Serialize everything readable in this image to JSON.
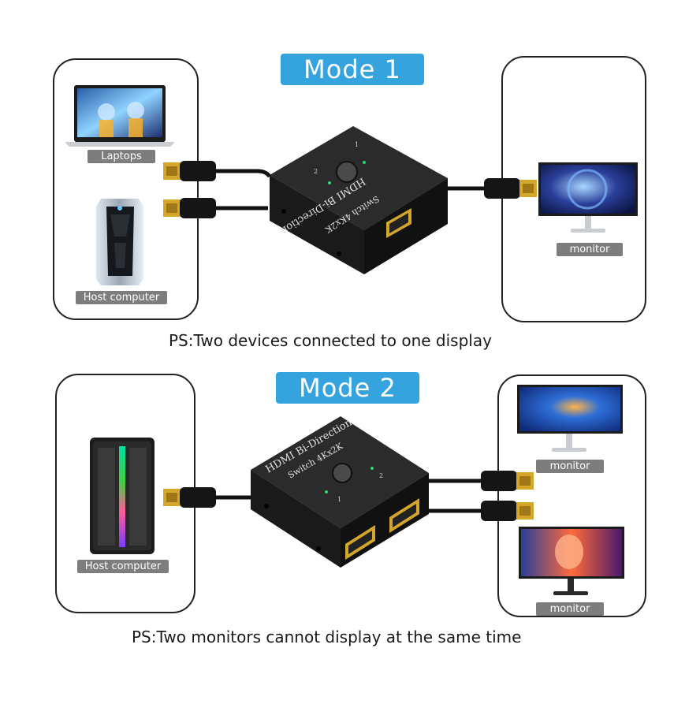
{
  "mode1": {
    "badge": "Mode 1",
    "left_labels": {
      "laptops": "Laptops",
      "host": "Host computer"
    },
    "right_label": "monitor",
    "device_text": {
      "line1": "HDMI Bi-Direction",
      "line2": "Switch 4Kx2K",
      "port1": "1",
      "port2": "2"
    },
    "caption": "PS:Two devices connected to one display"
  },
  "mode2": {
    "badge": "Mode 2",
    "left_label": "Host computer",
    "right_labels": {
      "top": "monitor",
      "bottom": "monitor"
    },
    "device_text": {
      "line1": "HDMI Bi-Direction",
      "line2": "Switch 4Kx2K",
      "port1": "1",
      "port2": "2"
    },
    "caption": "PS:Two monitors cannot display at the same time"
  },
  "colors": {
    "badge": "#35a3de",
    "label_bg": "#7d7d7d",
    "switch_body": "#202020",
    "hdmi_gold": "#d4a62a"
  }
}
